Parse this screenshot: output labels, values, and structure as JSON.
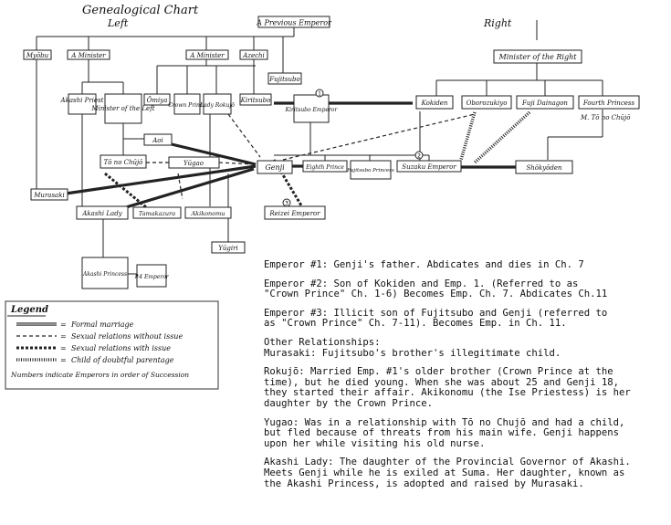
{
  "chart": {
    "title": "Genealogical Chart",
    "left_label": "Left",
    "right_label": "Right"
  },
  "people": {
    "previous_emperor": "A Previous Emperor",
    "myobu": "Myōbu",
    "a_minister_left": "A Minister",
    "a_minister_mid": "A Minister",
    "azechi": "Azechi",
    "minister_of_right": "Minister of the Right",
    "akashi_priest": "Akashi Priest",
    "minister_of_left": "Minister of the Left",
    "omiya": "Ōmiya",
    "crown_prince": "Crown Prince",
    "lady_rokujo": "Lady Rokujō",
    "kiritsubo": "Kiritsubo",
    "fujitsubo": "Fujitsubo",
    "kiritsubo_emperor": "Kiritsubo Emperor",
    "kokiden": "Kokiden",
    "oborozukiyo": "Oborozukiyo",
    "fuji_dainagon": "Fuji Dainagon",
    "fourth_princess": "Fourth Princess",
    "m_to_no_chujo": "M. Tō no Chūjō",
    "aoi": "Aoi",
    "to_no_chujo": "Tō no Chūjō",
    "yugao": "Yūgao",
    "genji": "Genji",
    "eighth_prince": "Eighth Prince",
    "fujitsubo_princess": "Fujitsubo Princess",
    "suzaku_emperor": "Suzaku Emperor",
    "shokyoden": "Shōkyōden",
    "murasaki": "Murasaki",
    "akashi_lady": "Akashi Lady",
    "tamakazura": "Tamakazura",
    "akikonomu": "Akikonomu",
    "reizei_emperor": "Reizei Emperor",
    "yugiri": "Yūgiri",
    "akashi_princess": "Akashi Princess",
    "fourth_emperor": "#4 Emperor"
  },
  "emperor_numbers": {
    "n1": "1",
    "n2": "2",
    "n3": "3"
  },
  "legend": {
    "title": "Legend",
    "items": [
      {
        "style": "marriage",
        "label": "Formal marriage"
      },
      {
        "style": "no-issue",
        "label": "Sexual relations without issue"
      },
      {
        "style": "issue",
        "label": "Sexual relations with issue"
      },
      {
        "style": "doubtful",
        "label": "Child of doubtful parentage"
      }
    ],
    "footer": "Numbers indicate Emperors in order of Succession"
  },
  "notes": [
    "Emperor #1: Genji's father. Abdicates and dies in Ch. 7",
    "Emperor #2: Son of Kokiden and Emp. 1. (Referred to as\n\"Crown Prince\" Ch. 1-6) Becomes Emp. Ch. 7. Abdicates Ch.11",
    "Emperor #3: Illicit son of Fujitsubo and Genji (referred to\nas \"Crown Prince\" Ch. 7-11). Becomes Emp. in Ch. 11.",
    "Other Relationships:\nMurasaki: Fujitsubo's brother's illegitimate child.",
    "Rokujō: Married Emp. #1's older brother (Crown Prince at the\ntime), but he died young. When she was about 25 and Genji 18,\nthey started their affair. Akikonomu (the Ise Priestess) is her\ndaughter by the Crown Prince.",
    "Yugao: Was in a relationship with Tō no Chujō and had a child,\nbut fled because of threats from his main wife. Genji happens\nupon her while visiting his old nurse.",
    "Akashi Lady:  The daughter of the Provincial Governor of Akashi.\nMeets Genji while he is exiled at Suma. Her daughter, known as\nthe Akashi Princess, is adopted and raised by Murasaki."
  ]
}
